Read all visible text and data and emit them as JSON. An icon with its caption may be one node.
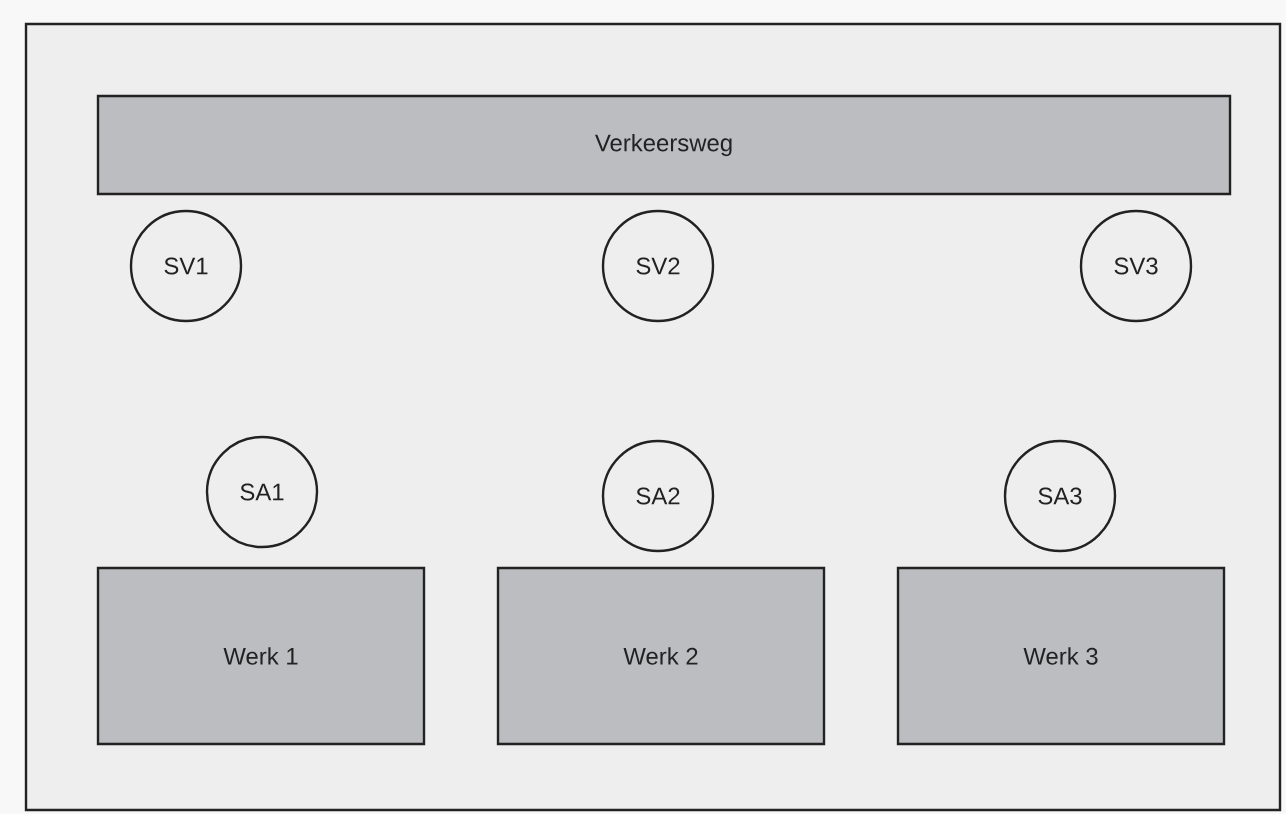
{
  "diagram": {
    "nodes": [
      {
        "text": [
          "Verkeersweg"
        ]
      },
      {
        "text": [
          "SV1"
        ]
      },
      {
        "text": [
          "SV2"
        ]
      },
      {
        "text": [
          "SV3"
        ]
      },
      {
        "text": [
          "SA1"
        ]
      },
      {
        "text": [
          "SA2"
        ]
      },
      {
        "text": [
          "SA3"
        ]
      },
      {
        "text": [
          "Werk 1"
        ]
      },
      {
        "text": [
          "Werk 2"
        ]
      },
      {
        "text": [
          "Werk 3"
        ]
      }
    ]
  }
}
